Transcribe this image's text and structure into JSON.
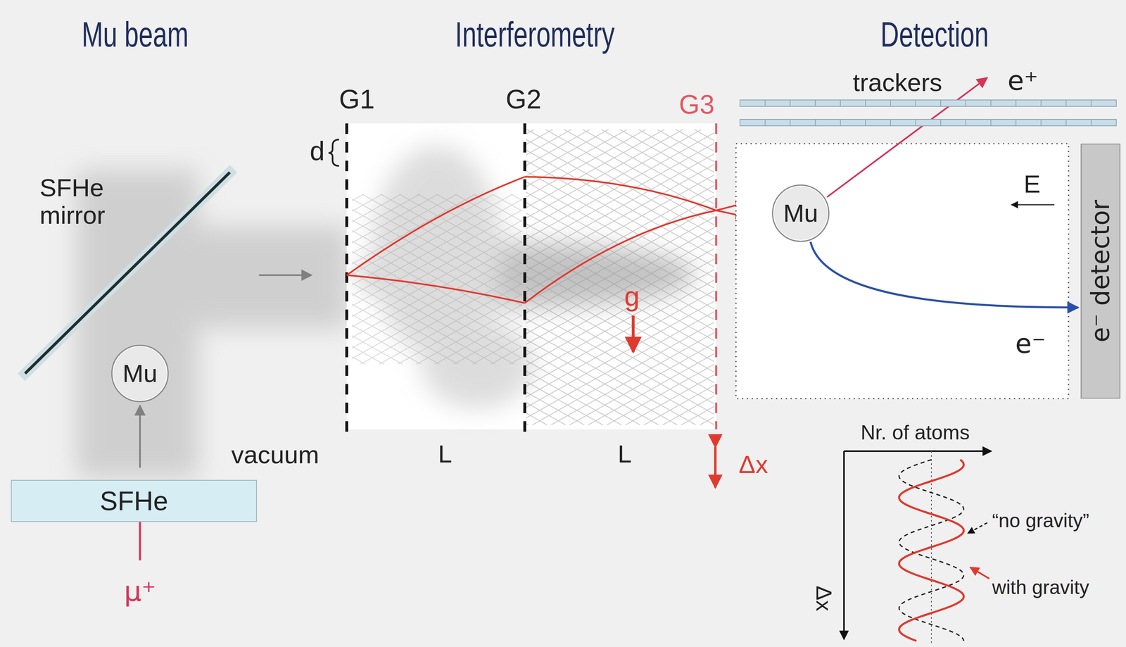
{
  "diagram": {
    "nodes": [
      {
        "text": [
          "Mu"
        ]
      },
      {
        "text": [
          "SFHe"
        ]
      },
      {
        "text": [
          "trackers"
        ]
      },
      {
        "text": [
          "Mu"
        ]
      },
      {
        "text": [
          "e⁻ detector"
        ]
      }
    ],
    "edges": [
      {
        "from": 1,
        "to": 0,
        "arrow": "to"
      },
      {
        "from": 3,
        "to": 4,
        "arrow": "to"
      }
    ],
    "labels": [
      "Mu beam",
      "Interferometry",
      "Detection",
      "SFHe mirror",
      "μ⁺",
      "vacuum",
      "G1",
      "G2",
      "G3",
      "d",
      "L",
      "L",
      "Δx",
      "g",
      "e⁺",
      "e⁻",
      "E",
      "Nr. of atoms",
      "Δx",
      "“no gravity”",
      "with gravity"
    ]
  }
}
